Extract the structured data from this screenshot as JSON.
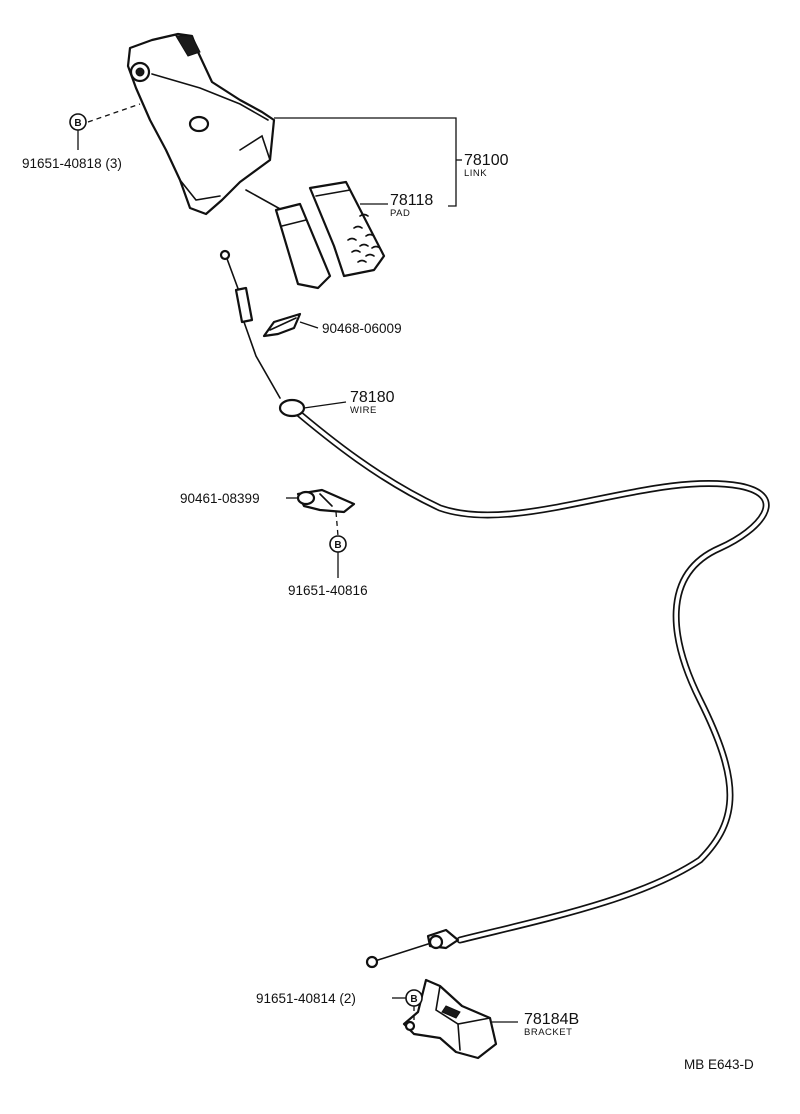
{
  "callouts": {
    "bolt_link": "91651-40818 (3)",
    "link_no": "78100",
    "link_name": "LINK",
    "pad_no": "78118",
    "pad_name": "PAD",
    "clip": "90468-06009",
    "wire_no": "78180",
    "wire_name": "WIRE",
    "clamp": "90461-08399",
    "bolt_clamp": "91651-40816",
    "bolt_bracket": "91651-40814 (2)",
    "bracket_no": "78184B",
    "bracket_name": "BRACKET",
    "diagram_code": "MB E643-D"
  },
  "bolt_symbol": "B"
}
